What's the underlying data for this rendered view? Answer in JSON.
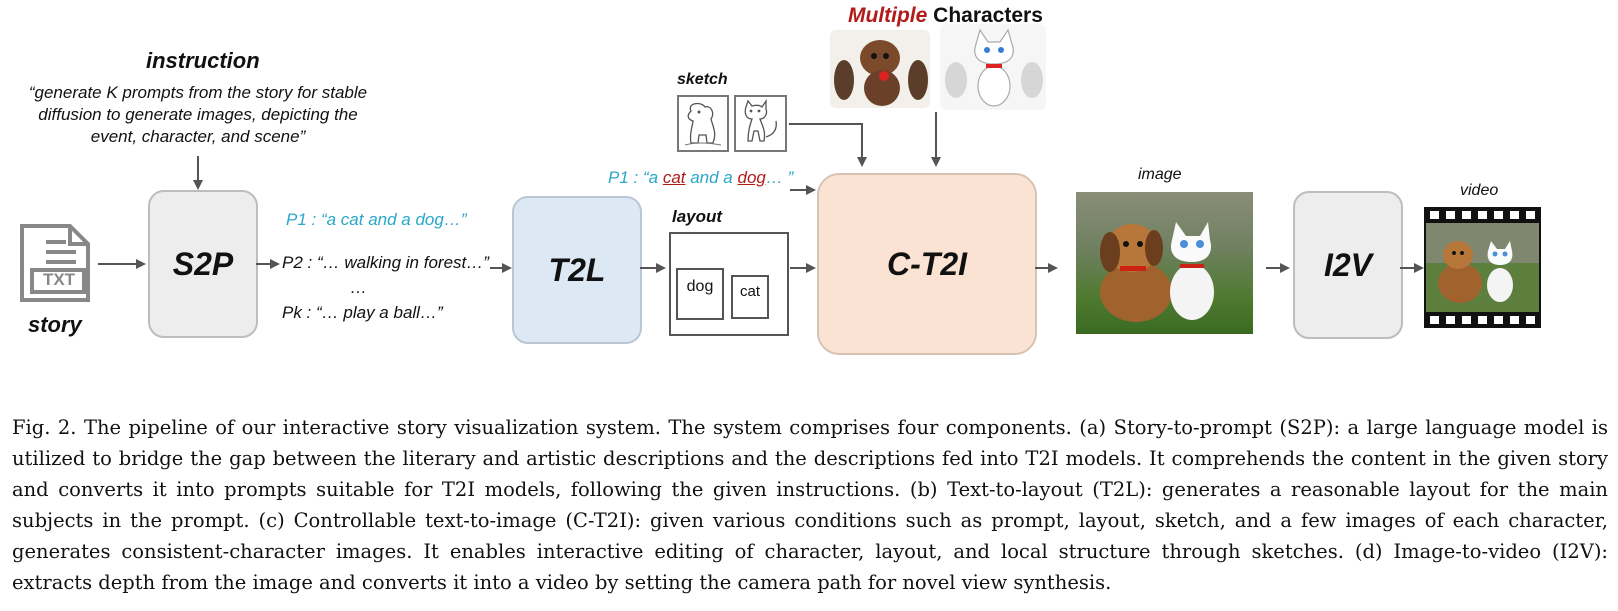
{
  "instruction": {
    "title": "instruction",
    "text_line1": "“generate K prompts from the story for stable",
    "text_line2": "diffusion to generate images, depicting the",
    "text_line3": "event, character, and scene”"
  },
  "story": {
    "label": "story",
    "icon_text": "TXT"
  },
  "blocks": {
    "s2p": "S2P",
    "t2l": "T2L",
    "ct2i": "C-T2I",
    "i2v": "I2V"
  },
  "prompts": {
    "p1_prefix": "P1 : ",
    "p1_text": "“a cat and a dog…”",
    "p2_prefix": "P2 : ",
    "p2_text": "“… walking in forest…”",
    "ellipsis": "…",
    "pk_prefix": "Pk : ",
    "pk_text": "“… play a ball…”"
  },
  "p1_top": {
    "prefix": "P1 : ",
    "q_open": "“a ",
    "cat": "cat",
    "mid": " and a ",
    "dog": "dog",
    "q_close": "… ”"
  },
  "sketch": {
    "label": "sketch"
  },
  "layout": {
    "label": "layout",
    "box1": "dog",
    "box2": "cat"
  },
  "multiple": {
    "word1": "Multiple",
    "word2": " Characters"
  },
  "image": {
    "label": "image"
  },
  "video": {
    "label": "video"
  },
  "caption": {
    "text": "Fig. 2.  The pipeline of our interactive story visualization system. The system comprises four components. (a) Story-to-prompt (S2P): a large language model is utilized to bridge the gap between the literary and artistic descriptions and the descriptions fed into T2I models. It comprehends the content in the given story and converts it into prompts suitable for T2I models, following the given instructions. (b) Text-to-layout (T2L): generates a reasonable layout for the main subjects in the prompt. (c) Controllable text-to-image (C-T2I): given various conditions such as prompt, layout, sketch, and a few images of each character, generates consistent-character images. It enables interactive editing of character, layout, and local structure through sketches. (d) Image-to-video (I2V): extracts depth from the image and converts it into a video by setting the camera path for novel view synthesis."
  },
  "colors": {
    "s2p_fill": "#ededed",
    "t2l_fill": "#dde8f5",
    "ct2i_fill": "#fbe3d3",
    "i2v_fill": "#ededed",
    "cyan": "#2aa7c9",
    "red": "#b31b1b"
  }
}
